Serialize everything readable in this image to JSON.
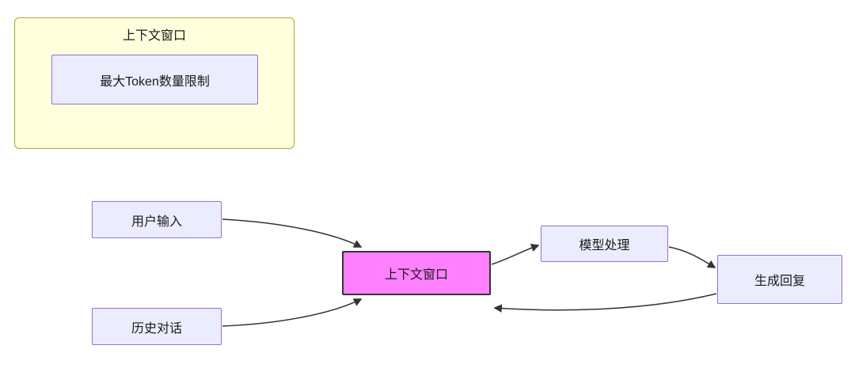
{
  "diagram": {
    "subgraph": {
      "title": "上下文窗口",
      "node_label": "最大Token数量限制"
    },
    "nodes": {
      "user_input": {
        "label": "用户输入"
      },
      "history_dialog": {
        "label": "历史对话"
      },
      "context_window": {
        "label": "上下文窗口"
      },
      "model_processing": {
        "label": "模型处理"
      },
      "generate_reply": {
        "label": "生成回复"
      }
    },
    "colors": {
      "node_fill": "#ECECFF",
      "node_border": "#9370DB",
      "subgraph_fill": "#FFFFDE",
      "subgraph_border": "#AAAA33",
      "highlight_fill": "#FF80FF",
      "highlight_border": "#333333",
      "edge": "#333333"
    }
  }
}
